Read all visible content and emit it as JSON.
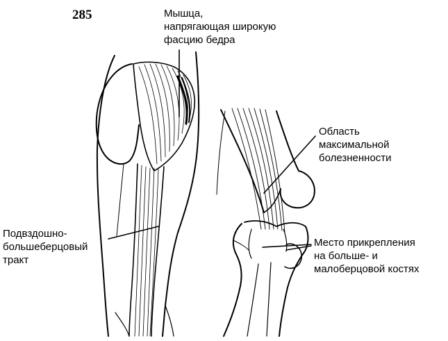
{
  "page_number": "285",
  "labels": {
    "tfl_muscle": [
      "Мышца,",
      "напрягающая широкую",
      "фасцию бедра"
    ],
    "max_pain_area": [
      "Область",
      "максимальной",
      "болезненности"
    ],
    "iliotibial_tract": [
      "Подвздошно-",
      "большеберцовый",
      "тракт"
    ],
    "insertion_site": [
      "Место прикрепления",
      "на больше- и",
      "малоберцовой костях"
    ]
  },
  "colors": {
    "ink": "#000000",
    "paper": "#ffffff"
  }
}
